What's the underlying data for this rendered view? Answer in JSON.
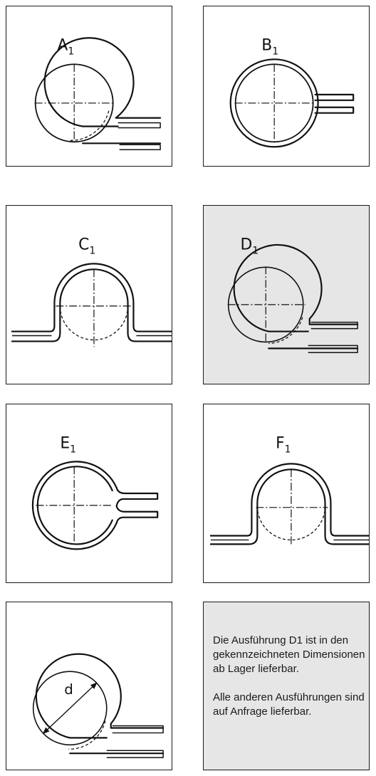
{
  "panels": [
    {
      "letter": "A",
      "subscript": "1"
    },
    {
      "letter": "B",
      "subscript": "1"
    },
    {
      "letter": "C",
      "subscript": "1"
    },
    {
      "letter": "D",
      "subscript": "1"
    },
    {
      "letter": "E",
      "subscript": "1"
    },
    {
      "letter": "F",
      "subscript": "1"
    }
  ],
  "dimension": {
    "label": "d"
  },
  "note": {
    "paragraph_1": "Die Ausführung D1 ist in den gekennzeichneten Dimensionen ab Lager lieferbar.",
    "paragraph_2": "Alle anderen Ausführungen sind auf Anfrage lieferbar."
  },
  "colors": {
    "line": "#111111",
    "highlight_background": "#e6e6e6",
    "border": "#1a1a1a"
  }
}
